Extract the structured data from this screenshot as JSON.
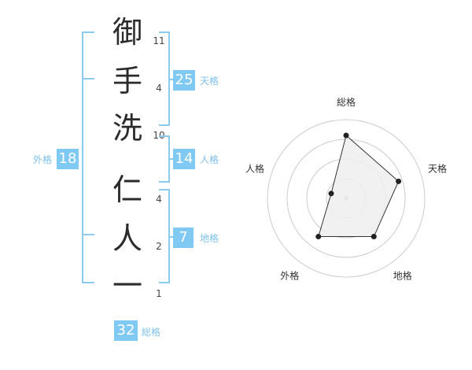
{
  "name": {
    "chars": [
      {
        "char": "御",
        "strokes": "11"
      },
      {
        "char": "手",
        "strokes": "4"
      },
      {
        "char": "洗",
        "strokes": "10"
      },
      {
        "char": "仁",
        "strokes": "4"
      },
      {
        "char": "人",
        "strokes": "2"
      },
      {
        "char": "一",
        "strokes": "1"
      }
    ]
  },
  "kaku": {
    "tenkaku": {
      "label": "天格",
      "value": "25"
    },
    "jinkaku": {
      "label": "人格",
      "value": "14"
    },
    "chikaku": {
      "label": "地格",
      "value": "7"
    },
    "gaikaku": {
      "label": "外格",
      "value": "18"
    },
    "soukaku": {
      "label": "総格",
      "value": "32"
    }
  },
  "colors": {
    "accent": "#80c9f3",
    "label": "#7fc1ee",
    "bracket": "#8ccbf0",
    "radar_fill": "#eeeeee",
    "radar_line": "#333333",
    "grid": "#cccccc"
  },
  "chart_data": {
    "type": "radar",
    "categories": [
      "総格",
      "天格",
      "地格",
      "外格",
      "人格"
    ],
    "values": [
      4,
      3.5,
      3,
      3,
      1
    ],
    "max": 5,
    "grid_rings": 4
  }
}
